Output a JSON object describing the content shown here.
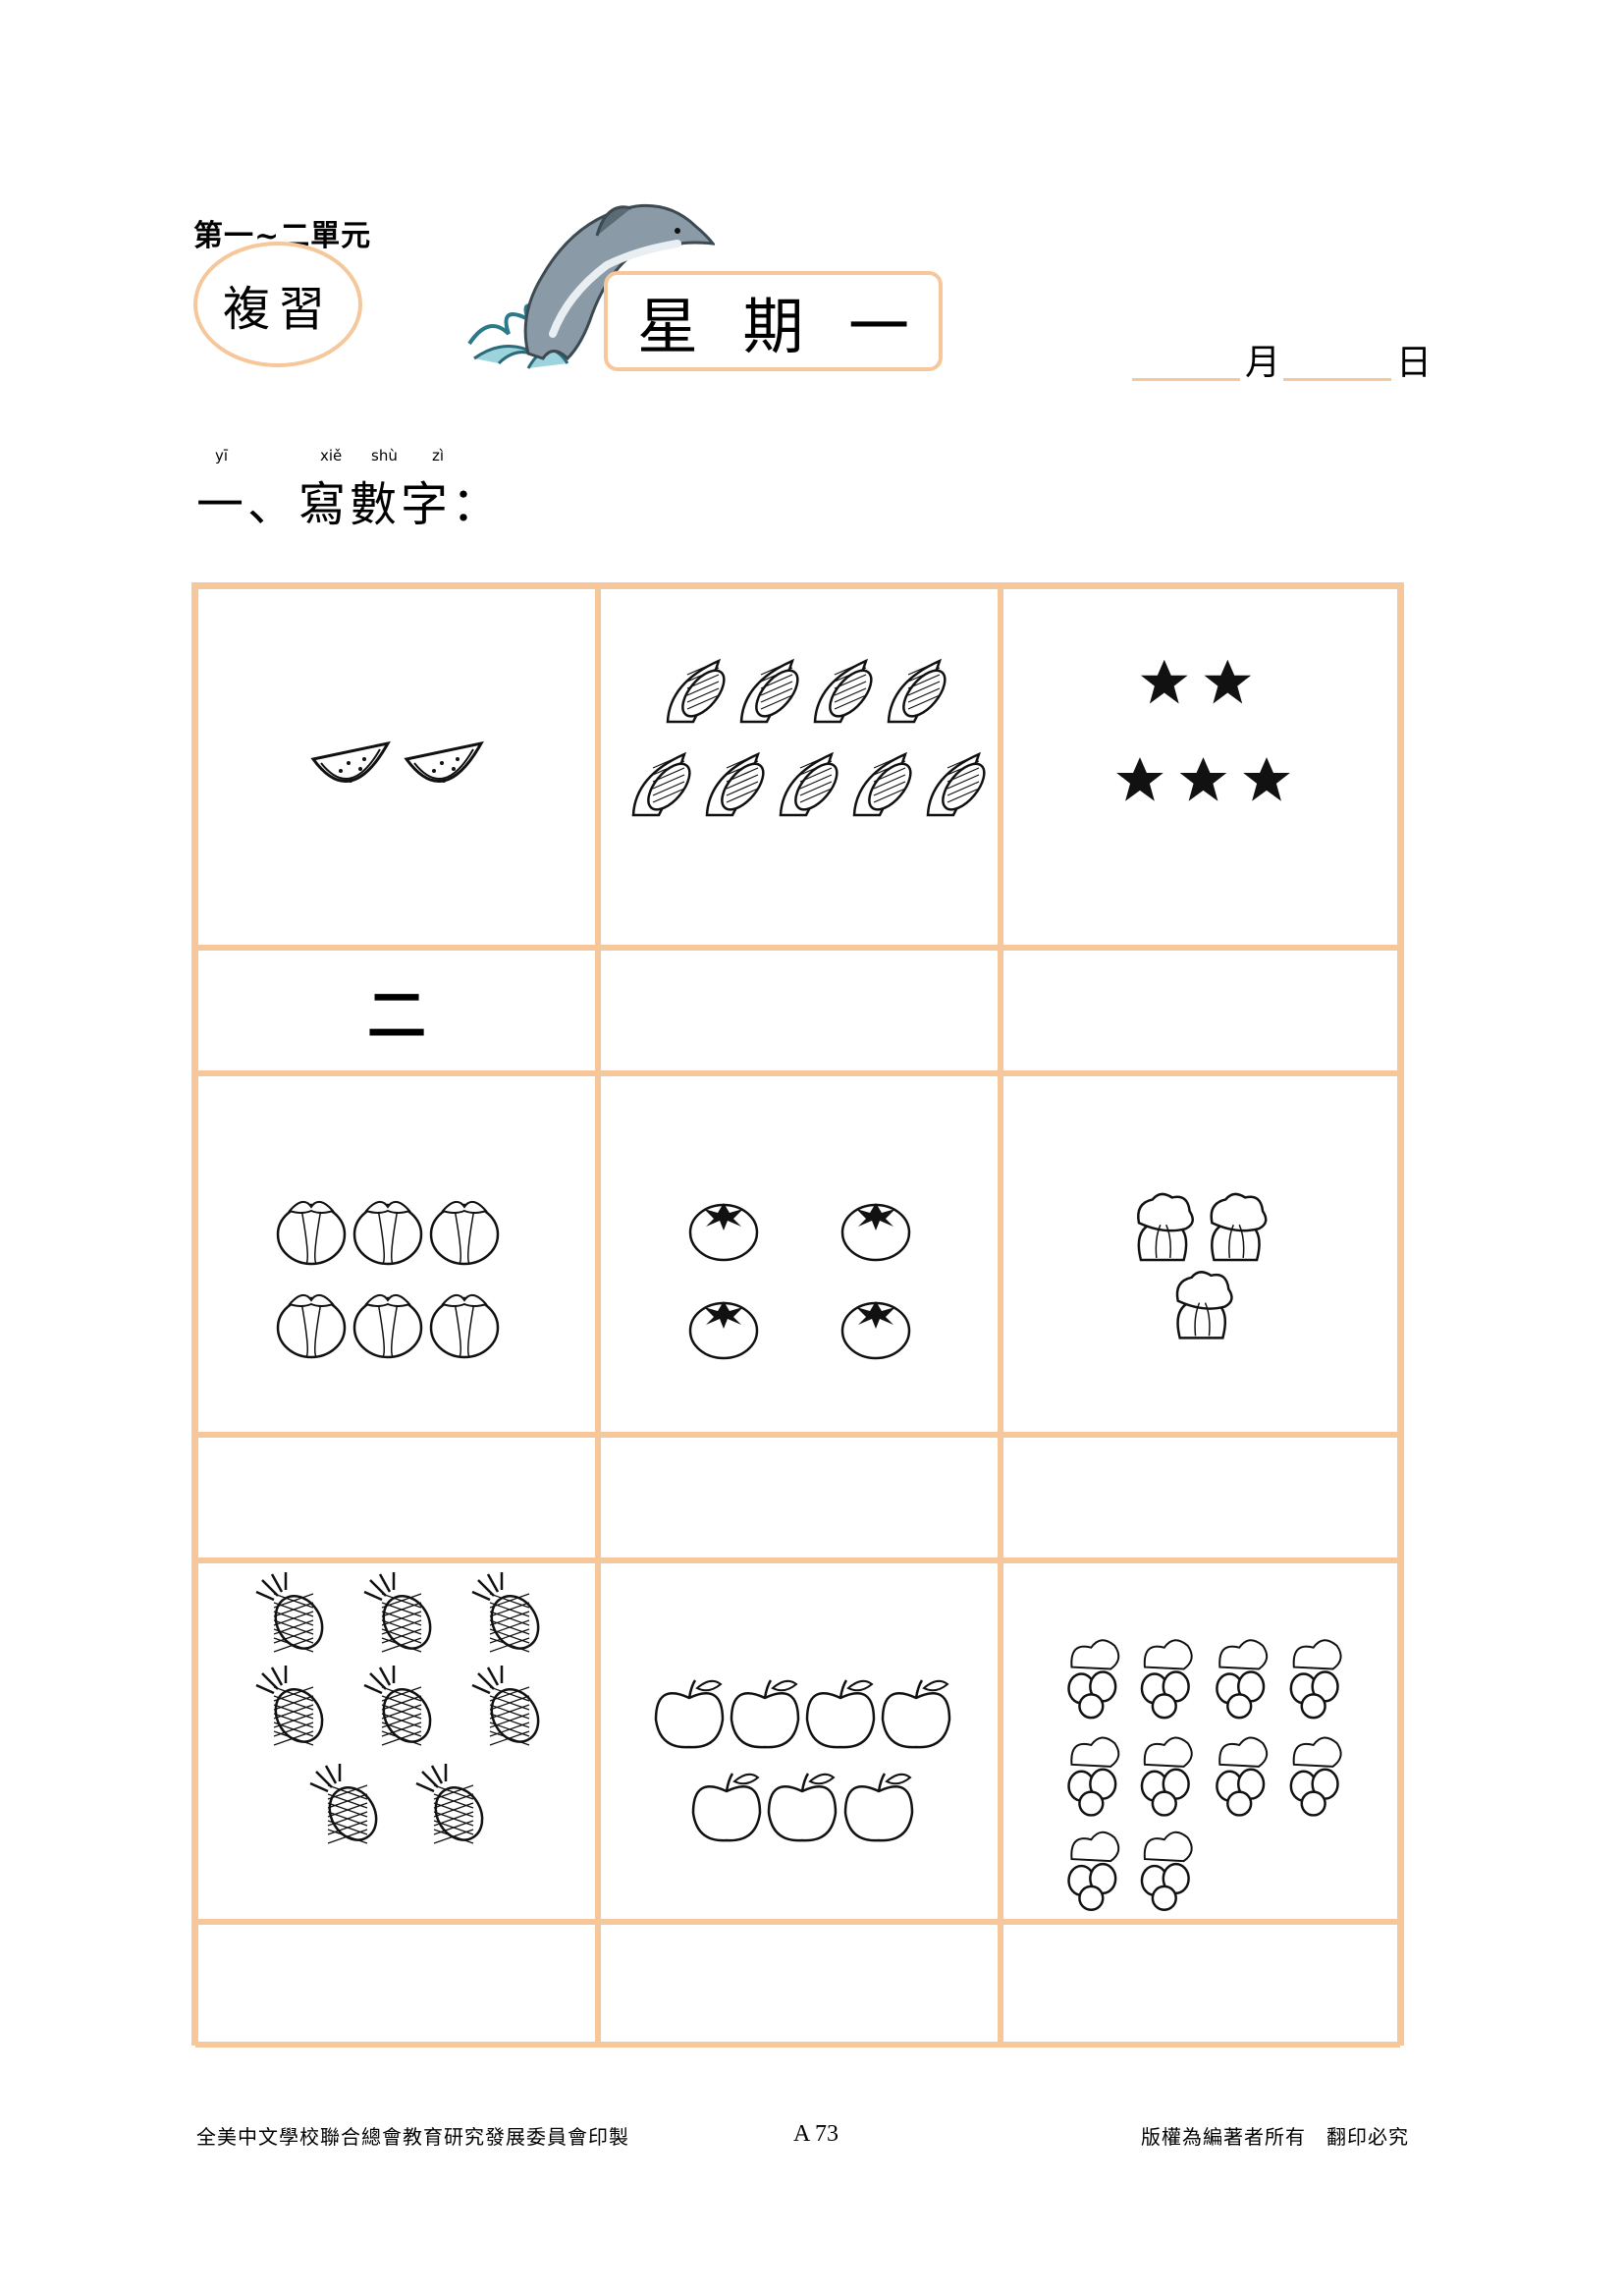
{
  "header": {
    "unit_label": "第一~二單元",
    "review_label": "複習",
    "day_chars": [
      "星",
      "期",
      "一"
    ],
    "month_label": "月",
    "day_label": "日"
  },
  "section": {
    "pinyin": [
      "yī",
      "xiě",
      "shù",
      "zì"
    ],
    "heading": "一、寫數字："
  },
  "grid": {
    "rows": [
      {
        "pictures": [
          {
            "item": "watermelon-icon",
            "count": 2
          },
          {
            "item": "corn-icon",
            "count": 9
          },
          {
            "item": "star-icon",
            "count": 5
          }
        ],
        "answers": [
          "二",
          "",
          ""
        ]
      },
      {
        "pictures": [
          {
            "item": "persimmon-icon",
            "count": 6
          },
          {
            "item": "tomato-icon",
            "count": 4
          },
          {
            "item": "cabbage-icon",
            "count": 3
          }
        ],
        "answers": [
          "",
          "",
          ""
        ]
      },
      {
        "pictures": [
          {
            "item": "pineapple-icon",
            "count": 8
          },
          {
            "item": "apple-icon",
            "count": 7
          },
          {
            "item": "loquat-icon",
            "count": 10
          }
        ],
        "answers": [
          "",
          "",
          ""
        ]
      }
    ]
  },
  "footer": {
    "left": "全美中文學校聯合總會教育研究發展委員會印製",
    "page": "A 73",
    "right": "版權為編著者所有　翻印必究"
  },
  "colors": {
    "accent_border": "#f5c79a"
  }
}
